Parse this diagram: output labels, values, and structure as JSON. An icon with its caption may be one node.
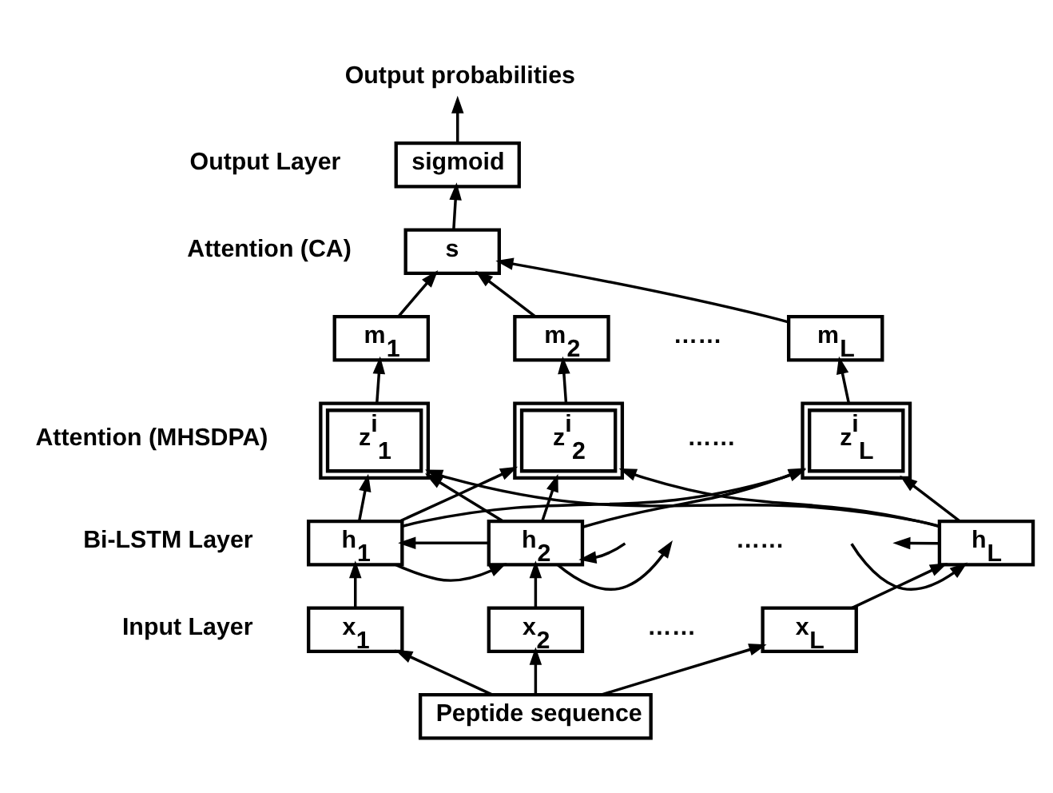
{
  "diagram": {
    "nodes": [
      {
        "text": [
          "Output probabilities"
        ]
      },
      {
        "text": [
          "sigmoid"
        ]
      },
      {
        "text": [
          "s"
        ]
      },
      {
        "text": [
          "m$_{1}$"
        ]
      },
      {
        "text": [
          "m$_{2}$"
        ]
      },
      {
        "text": [
          "m$_{L}$"
        ]
      },
      {
        "text": [
          "z$^{i}$$_{1}$"
        ]
      },
      {
        "text": [
          "z$^{i}$$_{2}$"
        ]
      },
      {
        "text": [
          "z$^{i}$$_{L}$"
        ]
      },
      {
        "text": [
          "h$_{1}$"
        ]
      },
      {
        "text": [
          "h$_{2}$"
        ]
      },
      {
        "text": [
          "h$_{L}$"
        ]
      },
      {
        "text": [
          "x$_{1}$"
        ]
      },
      {
        "text": [
          "x$_{2}$"
        ]
      },
      {
        "text": [
          "x$_{L}$"
        ]
      },
      {
        "text": [
          "Peptide sequence"
        ]
      }
    ],
    "edges": [
      {
        "from": 15,
        "to": 12,
        "arrow": "to"
      },
      {
        "from": 15,
        "to": 13,
        "arrow": "to"
      },
      {
        "from": 15,
        "to": 14,
        "arrow": "to"
      },
      {
        "from": 12,
        "to": 9,
        "arrow": "to"
      },
      {
        "from": 13,
        "to": 10,
        "arrow": "to"
      },
      {
        "from": 14,
        "to": 11,
        "arrow": "to"
      },
      {
        "from": 9,
        "to": 10,
        "arrow": "to"
      },
      {
        "from": 10,
        "to": 9,
        "arrow": "to"
      },
      {
        "from": 10,
        "to": null,
        "arrow": "to"
      },
      {
        "from": null,
        "to": 10,
        "arrow": "to"
      },
      {
        "from": null,
        "to": 11,
        "arrow": "to"
      },
      {
        "from": 11,
        "to": null,
        "arrow": "to"
      },
      {
        "from": 9,
        "to": 6,
        "arrow": "to"
      },
      {
        "from": 9,
        "to": 7,
        "arrow": "to"
      },
      {
        "from": 9,
        "to": 8,
        "arrow": "to"
      },
      {
        "from": 10,
        "to": 6,
        "arrow": "to"
      },
      {
        "from": 10,
        "to": 7,
        "arrow": "to"
      },
      {
        "from": 10,
        "to": 8,
        "arrow": "to"
      },
      {
        "from": 11,
        "to": 6,
        "arrow": "to"
      },
      {
        "from": 11,
        "to": 7,
        "arrow": "to"
      },
      {
        "from": 11,
        "to": 8,
        "arrow": "to"
      },
      {
        "from": 6,
        "to": 3,
        "arrow": "to"
      },
      {
        "from": 7,
        "to": 4,
        "arrow": "to"
      },
      {
        "from": 8,
        "to": 5,
        "arrow": "to"
      },
      {
        "from": 3,
        "to": 2,
        "arrow": "to"
      },
      {
        "from": 4,
        "to": 2,
        "arrow": "to"
      },
      {
        "from": 5,
        "to": 2,
        "arrow": "to"
      },
      {
        "from": 2,
        "to": 1,
        "arrow": "to"
      },
      {
        "from": 1,
        "to": 0,
        "arrow": "to"
      }
    ],
    "labels": [
      "Output Layer",
      "Attention (CA)",
      "……",
      "Attention (MHSDPA)",
      "……",
      "Bi-LSTM Layer",
      "……",
      "Input Layer",
      "……"
    ]
  }
}
